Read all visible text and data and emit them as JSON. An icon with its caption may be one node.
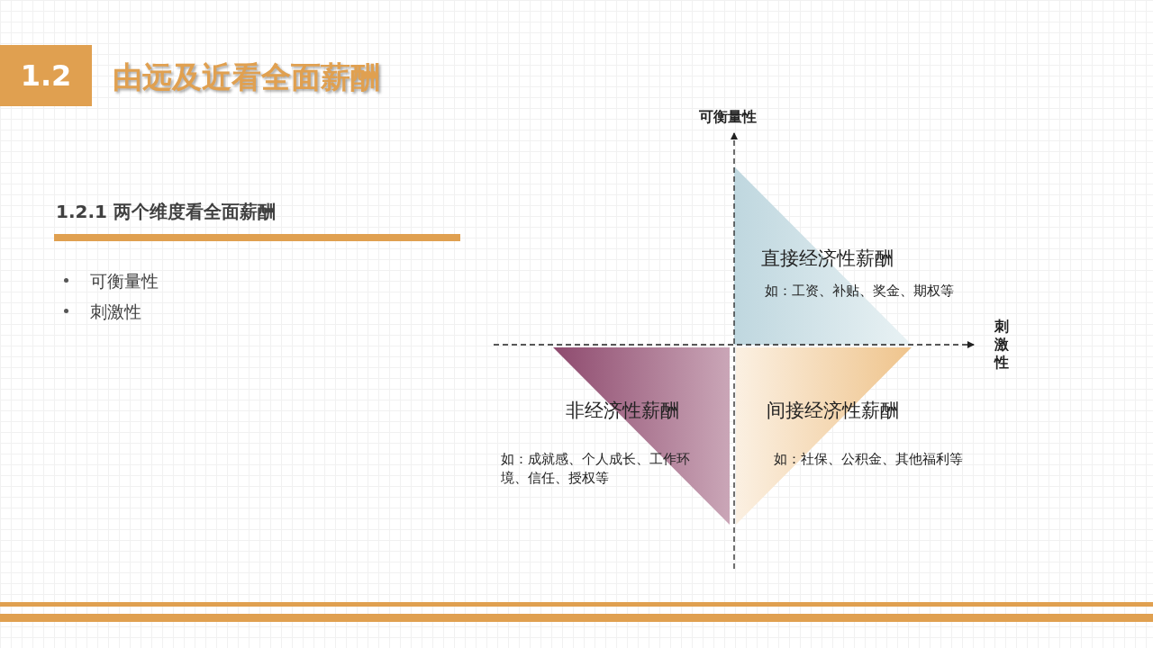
{
  "diagram": {
    "title": "由远及近看全面薪酬",
    "nodes": [
      {
        "text": [
          "直接经济性薪酬",
          "如：工资、补贴、奖金、期权等"
        ]
      },
      {
        "text": [
          "非经济性薪酬",
          "如：成就感、个人成长、工作环境、信任、授权等"
        ]
      },
      {
        "text": [
          "间接经济性薪酬",
          "如：社保、公积金、其他福利等"
        ]
      }
    ],
    "labels": [
      "1.2",
      "可衡量性",
      "1.2.1 两个维度看全面薪酬",
      "可衡量性",
      "刺激性",
      "刺激性"
    ]
  }
}
